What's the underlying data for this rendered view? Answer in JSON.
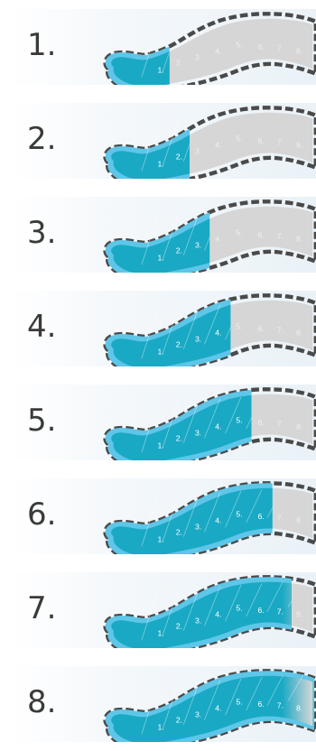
{
  "steps": [
    {
      "label": "1.",
      "active_chambers": 1
    },
    {
      "label": "2.",
      "active_chambers": 2
    },
    {
      "label": "3.",
      "active_chambers": 3
    },
    {
      "label": "4.",
      "active_chambers": 4
    },
    {
      "label": "5.",
      "active_chambers": 5
    },
    {
      "label": "6.",
      "active_chambers": 6
    },
    {
      "label": "7.",
      "active_chambers": 7
    },
    {
      "label": "8.",
      "active_chambers": 8
    }
  ],
  "chambers": [
    "1.",
    "2.",
    "3.",
    "4.",
    "5.",
    "6.",
    "7.",
    "8."
  ],
  "colors": {
    "active_fill": "#19a9c4",
    "active_outline": "#5ec6e8",
    "inactive_fill": "#d6d6d6",
    "inactive_outline": "#4a4a4a",
    "label_active": "#ffffff",
    "label_inactive": "#f2f2f2",
    "number_text": "#3a3a3a"
  }
}
